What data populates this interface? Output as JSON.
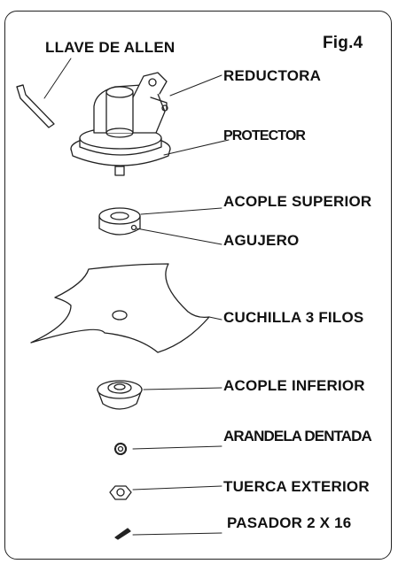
{
  "figure": {
    "fig_label": "Fig.4",
    "labels": {
      "allen_key": "LLAVE DE ALLEN",
      "gearbox": "REDUCTORA",
      "protector": "PROTECTOR",
      "upper_coupling": "ACOPLE SUPERIOR",
      "hole": "AGUJERO",
      "blade": "CUCHILLA  3 FILOS",
      "lower_coupling": "ACOPLE INFERIOR",
      "toothed_washer": "ARANDELA DENTADA",
      "outer_nut": "TUERCA EXTERIOR",
      "pin": "PASADOR 2 X 16"
    }
  }
}
